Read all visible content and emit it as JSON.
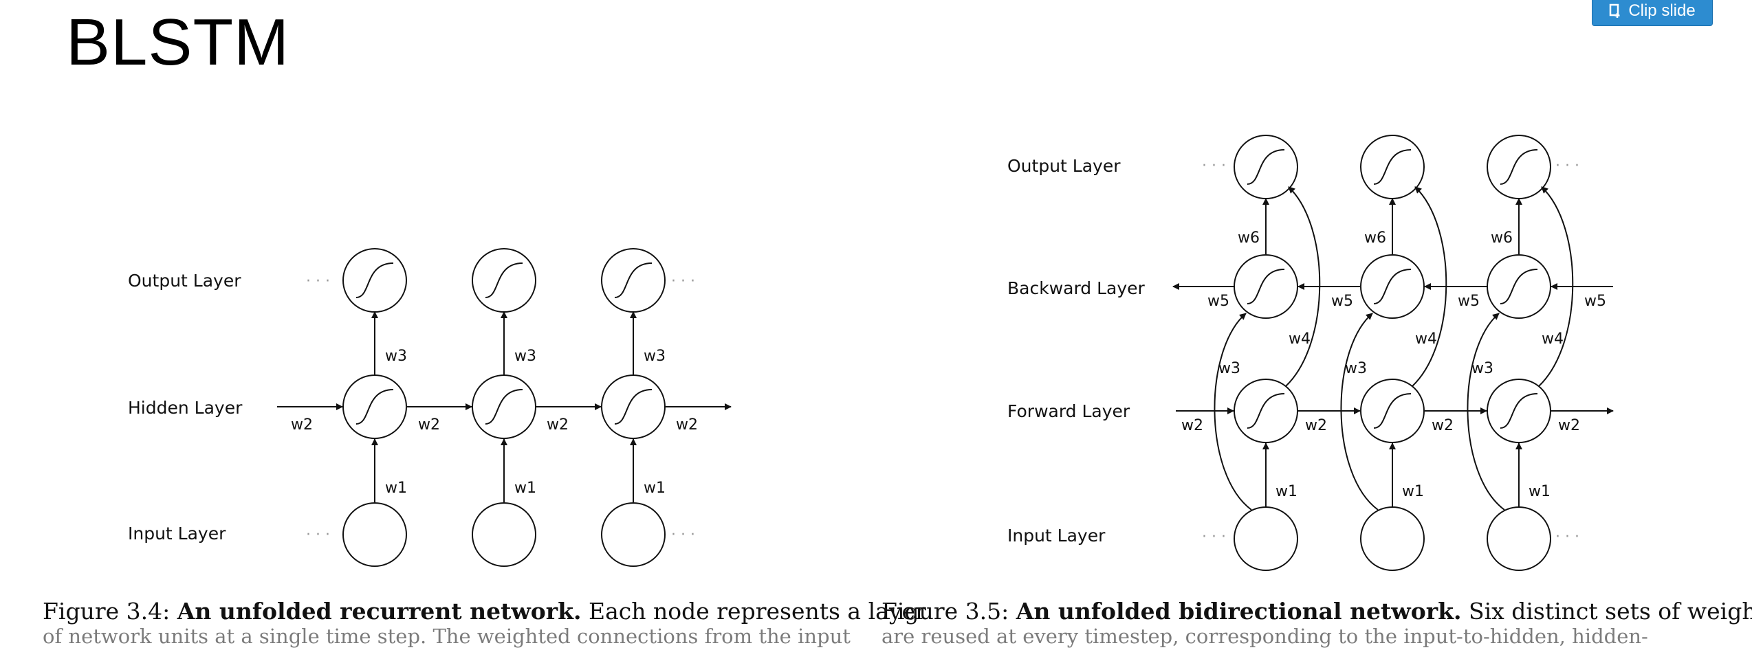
{
  "slide": {
    "title": "BLSTM"
  },
  "toolbar": {
    "clip_label": "Clip slide"
  },
  "figure_left": {
    "labels": {
      "output": "Output Layer",
      "hidden": "Hidden Layer",
      "input": "Input Layer"
    },
    "weights": {
      "w1": "w1",
      "w2": "w2",
      "w3": "w3"
    },
    "ellipsis": "· · ·"
  },
  "figure_right": {
    "labels": {
      "output": "Output Layer",
      "backward": "Backward Layer",
      "forward": "Forward Layer",
      "input": "Input Layer"
    },
    "weights": {
      "w1": "w1",
      "w2": "w2",
      "w3": "w3",
      "w4": "w4",
      "w5": "w5",
      "w6": "w6"
    },
    "ellipsis": "· · ·"
  },
  "captions": {
    "left_prefix": "Figure 3.4:",
    "left_bold": "An unfolded recurrent network.",
    "left_rest": "Each node represents a layer",
    "left_next": "of network units at a single time step. The weighted connections from the input",
    "right_prefix": "Figure 3.5:",
    "right_bold": "An unfolded bidirectional network.",
    "right_rest": "Six distinct sets of weights",
    "right_next": "are reused at every timestep, corresponding to the input-to-hidden, hidden-"
  }
}
